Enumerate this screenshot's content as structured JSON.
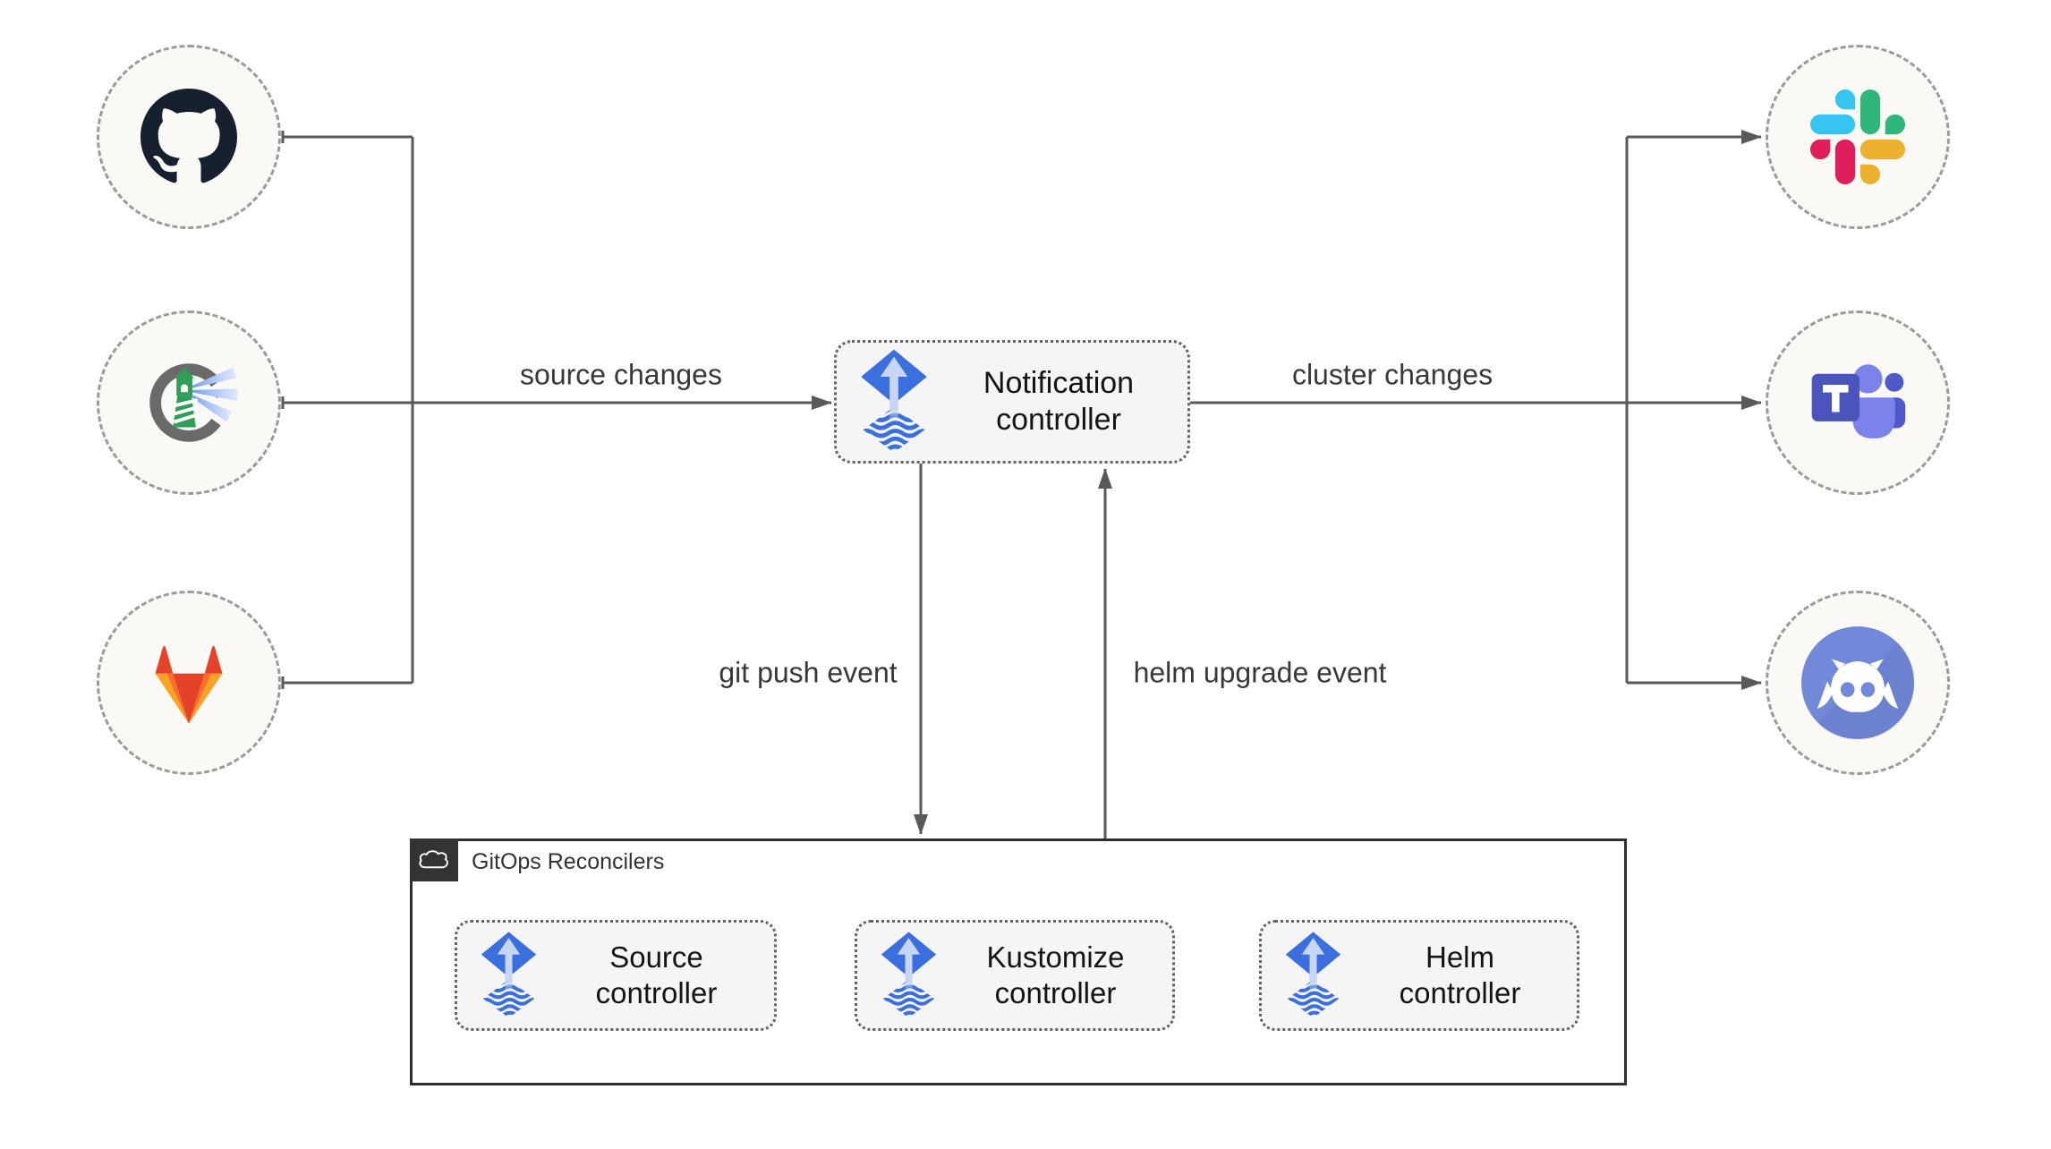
{
  "diagram": {
    "nodes": {
      "notification": "Notification controller",
      "source": "Source controller",
      "kustomize": "Kustomize controller",
      "helm": "Helm controller"
    },
    "group": {
      "label": "GitOps Reconcilers",
      "icon": "cloud-icon"
    },
    "edge_labels": {
      "source_changes": "source changes",
      "cluster_changes": "cluster changes",
      "git_push_event": "git push event",
      "helm_upgrade_event": "helm upgrade event"
    },
    "inputs": [
      {
        "icon": "github-icon"
      },
      {
        "icon": "lighthouse-icon"
      },
      {
        "icon": "gitlab-icon"
      }
    ],
    "outputs": [
      {
        "icon": "slack-icon"
      },
      {
        "icon": "teams-icon"
      },
      {
        "icon": "discord-icon"
      }
    ],
    "colors": {
      "flux_blue": "#3B6FDE",
      "flux_arrow_light": "#C7D6F4",
      "wire_gray": "#595959",
      "node_fill": "#F5F5F5",
      "node_border": "#636363",
      "circle_fill": "#FAF9F6",
      "circle_border": "#9B9B9B",
      "group_border": "#2F2F2F",
      "badge_bg": "#333333",
      "text": "#141414",
      "github_dark": "#16202E",
      "lighthouse_green": "#2F9E57",
      "gitlab_red": "#E24329",
      "gitlab_orange": "#FC6D26",
      "gitlab_amber": "#FCA326",
      "slack_blue": "#36C5F0",
      "slack_green": "#2EB67D",
      "slack_yellow": "#ECB22E",
      "slack_red": "#E01E5A",
      "teams_dark": "#4B53BC",
      "teams_light": "#7B83EB",
      "teams_mid": "#5059C9",
      "discord_blurple": "#7289DA"
    }
  }
}
